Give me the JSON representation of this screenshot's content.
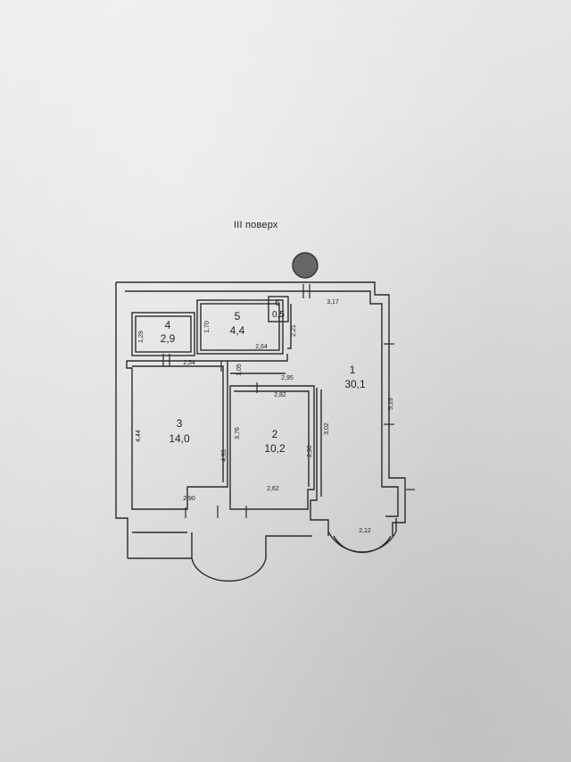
{
  "floor_label": "III поверх",
  "rooms": [
    {
      "number": "1",
      "area": "30,1"
    },
    {
      "number": "2",
      "area": "10,2"
    },
    {
      "number": "3",
      "area": "14,0"
    },
    {
      "number": "4",
      "area": "2,9"
    },
    {
      "number": "5",
      "area": "4,4"
    },
    {
      "number": "6",
      "area": "0,5"
    }
  ],
  "dimensions": {
    "d_1_29": "1,29",
    "d_1_70": "1,70",
    "d_2_54": "2,54",
    "d_2_64": "2,64",
    "d_2_21": "2,21",
    "d_3_17": "3,17",
    "d_1_05": "1,05",
    "d_2_95": "2,95",
    "d_2_82": "2,82",
    "d_5_19": "5,19",
    "d_4_44": "4,44",
    "d_3_76": "3,76",
    "d_3_02": "3,02",
    "d_4_93": "4,93",
    "d_2_90_v": "2,90",
    "d_2_90_h": "2,90",
    "d_2_62": "2,62",
    "d_2_12": "2,12"
  }
}
